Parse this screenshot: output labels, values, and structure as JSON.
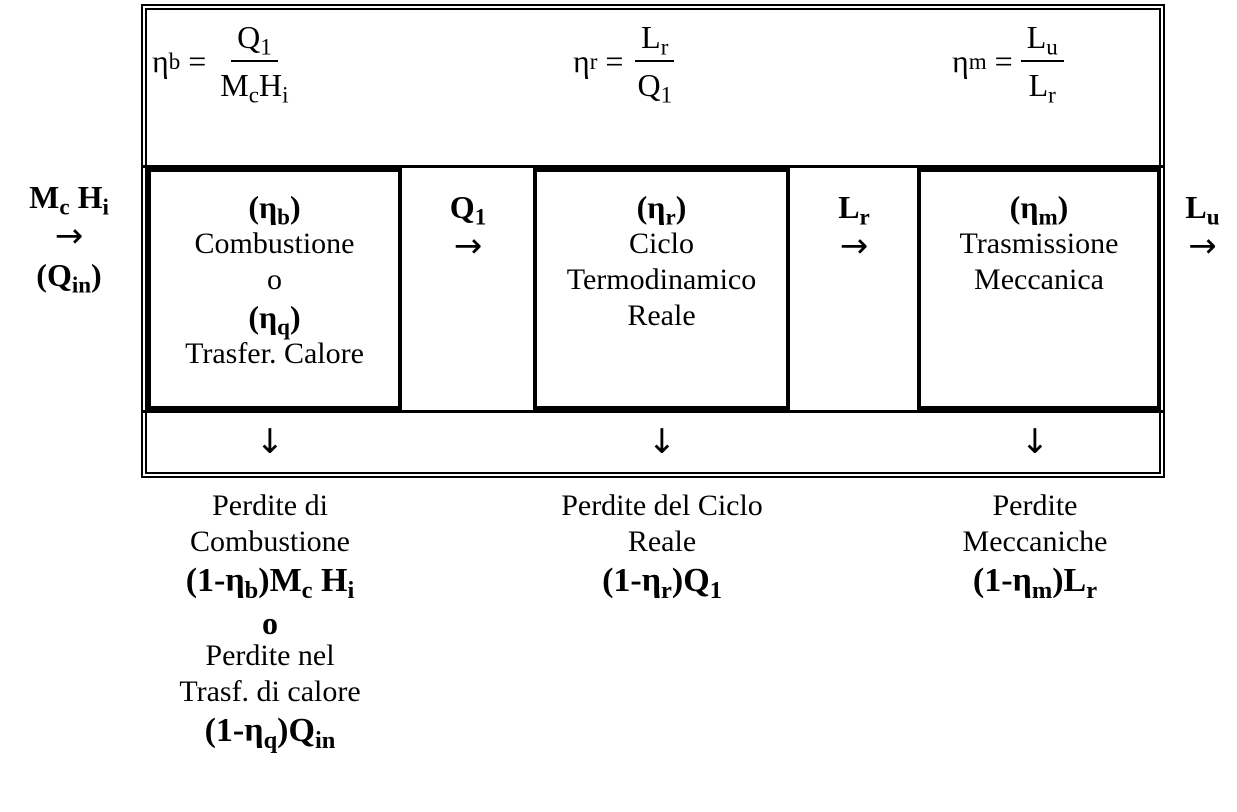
{
  "efficiencies": {
    "eta_b": {
      "sym": "η",
      "sub": "b",
      "num": "Q",
      "num_sub": "1",
      "den_a": "M",
      "den_a_sub": "c",
      "den_b": "H",
      "den_b_sub": "i"
    },
    "eta_r": {
      "sym": "η",
      "sub": "r",
      "num": "L",
      "num_sub": "r",
      "den": "Q",
      "den_sub": "1"
    },
    "eta_m": {
      "sym": "η",
      "sub": "m",
      "num": "L",
      "num_sub": "u",
      "den": "L",
      "den_sub": "r"
    }
  },
  "input": {
    "a": "M",
    "a_sub": "c",
    "b": "H",
    "b_sub": "i",
    "arrow": "→",
    "alt_open": "(Q",
    "alt_sub": "in",
    "alt_close": ")"
  },
  "flows": {
    "q1": {
      "main": "Q",
      "sub": "1",
      "arrow": "→"
    },
    "lr": {
      "main": "L",
      "sub": "r",
      "arrow": "→"
    },
    "lu": {
      "main": "L",
      "sub": "u",
      "arrow": "→"
    }
  },
  "blocks": {
    "combustion": {
      "eff_open": "(η",
      "eff_sub": "b",
      "eff_close": ")",
      "line1": "Combustione",
      "or": "o",
      "eff2_open": "(η",
      "eff2_sub": "q",
      "eff2_close": ")",
      "line2": "Trasfer. Calore"
    },
    "cycle": {
      "eff_open": "(η",
      "eff_sub": "r",
      "eff_close": ")",
      "line1": "Ciclo",
      "line2": "Termodinamico",
      "line3": "Reale"
    },
    "transmission": {
      "eff_open": "(η",
      "eff_sub": "m",
      "eff_close": ")",
      "line1": "Trasmissione",
      "line2": "Meccanica"
    }
  },
  "down_arrow": "↓",
  "losses": {
    "combustion": {
      "line1": "Perdite di",
      "line2": "Combustione",
      "f_a": "(1-η",
      "f_a_sub": "b",
      "f_b": ")M",
      "f_b_sub": "c",
      "f_c": " H",
      "f_c_sub": "i",
      "or": "o",
      "line3": "Perdite nel",
      "line4": "Trasf. di calore",
      "g_a": "(1-η",
      "g_a_sub": "q",
      "g_b": ")Q",
      "g_b_sub": "in"
    },
    "cycle": {
      "line1": "Perdite del Ciclo",
      "line2": "Reale",
      "f_a": "(1-η",
      "f_a_sub": "r",
      "f_b": ")Q",
      "f_b_sub": "1"
    },
    "mechanical": {
      "line1": "Perdite",
      "line2": "Meccaniche",
      "f_a": "(1-η",
      "f_a_sub": "m",
      "f_b": ")L",
      "f_b_sub": "r"
    }
  }
}
